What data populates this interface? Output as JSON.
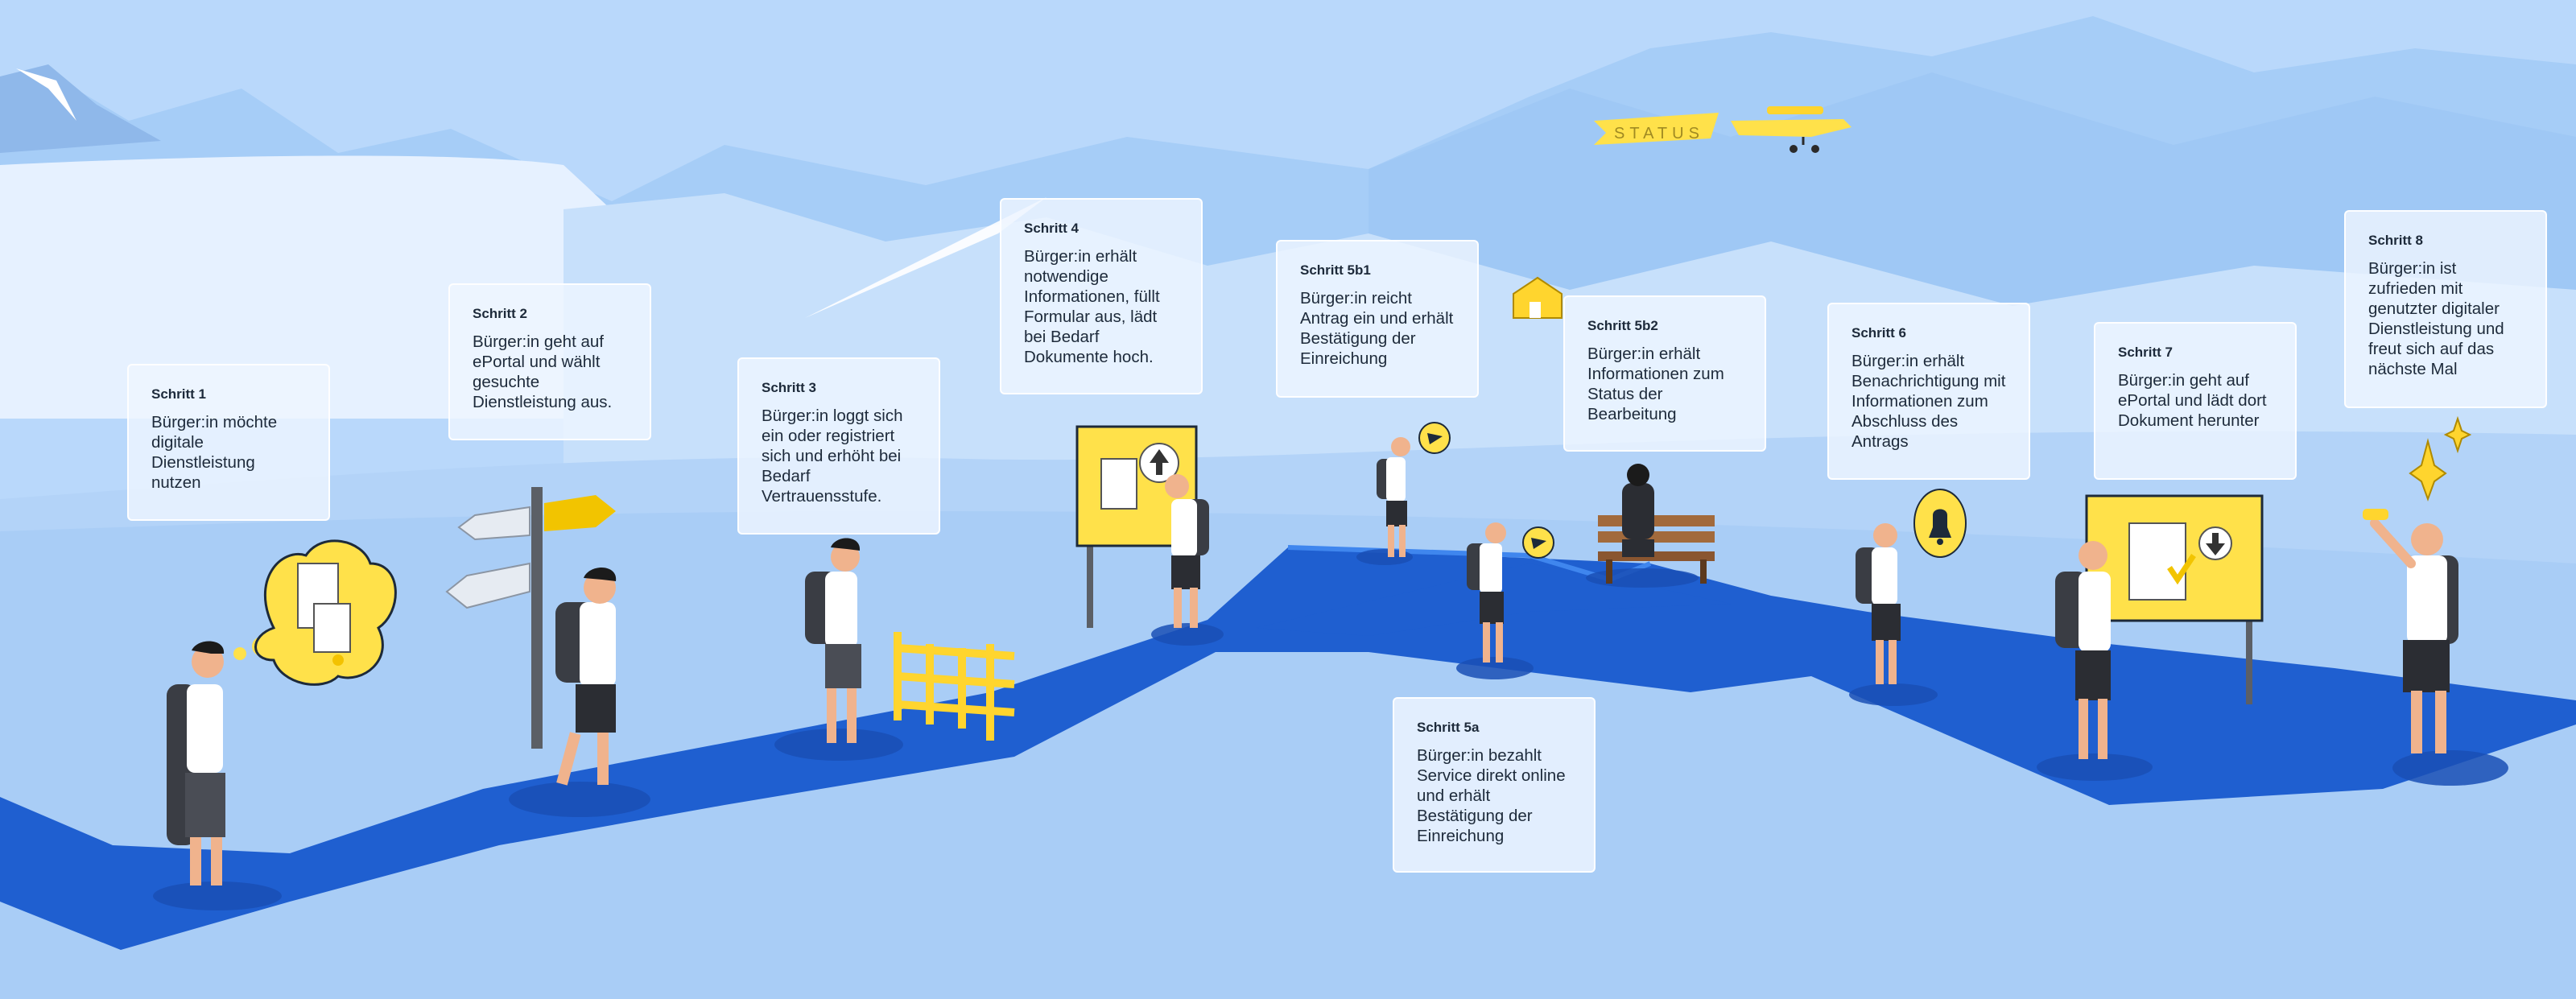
{
  "banner": {
    "text": "STATUS"
  },
  "steps": [
    {
      "title": "Schritt 1",
      "text": "Bürger:in möchte digitale Dienstleistung nutzen"
    },
    {
      "title": "Schritt 2",
      "text": "Bürger:in geht auf ePortal und wählt gesuchte Dienstleistung aus."
    },
    {
      "title": "Schritt 3",
      "text": "Bürger:in loggt sich ein oder registriert sich und erhöht bei Bedarf Vertrauensstufe."
    },
    {
      "title": "Schritt 4",
      "text": "Bürger:in erhält notwendige Informationen, füllt Formular aus, lädt bei Bedarf Dokumente hoch."
    },
    {
      "title": "Schritt 5a",
      "text": "Bürger:in bezahlt Service direkt online und erhält Bestätigung der Einreichung"
    },
    {
      "title": "Schritt 5b1",
      "text": "Bürger:in reicht Antrag ein und erhält Bestätigung der Einreichung"
    },
    {
      "title": "Schritt 5b2",
      "text": "Bürger:in erhält Informationen zum Status der Bearbeitung"
    },
    {
      "title": "Schritt 6",
      "text": "Bürger:in erhält Benachrichtigung mit Informationen zum Abschluss des Antrags"
    },
    {
      "title": "Schritt 7",
      "text": "Bürger:in geht auf ePortal und lädt dort Dokument herunter"
    },
    {
      "title": "Schritt 8",
      "text": "Bürger:in ist zufrieden mit genutzter digitaler Dienstleistung und freut sich auf das nächste Mal"
    }
  ],
  "colors": {
    "sky": "#b9d8fb",
    "path": "#1f5fd0",
    "path_edge": "#3f86ee",
    "accent_yellow": "#ffe14a",
    "shadow": "#1a4fb5"
  }
}
